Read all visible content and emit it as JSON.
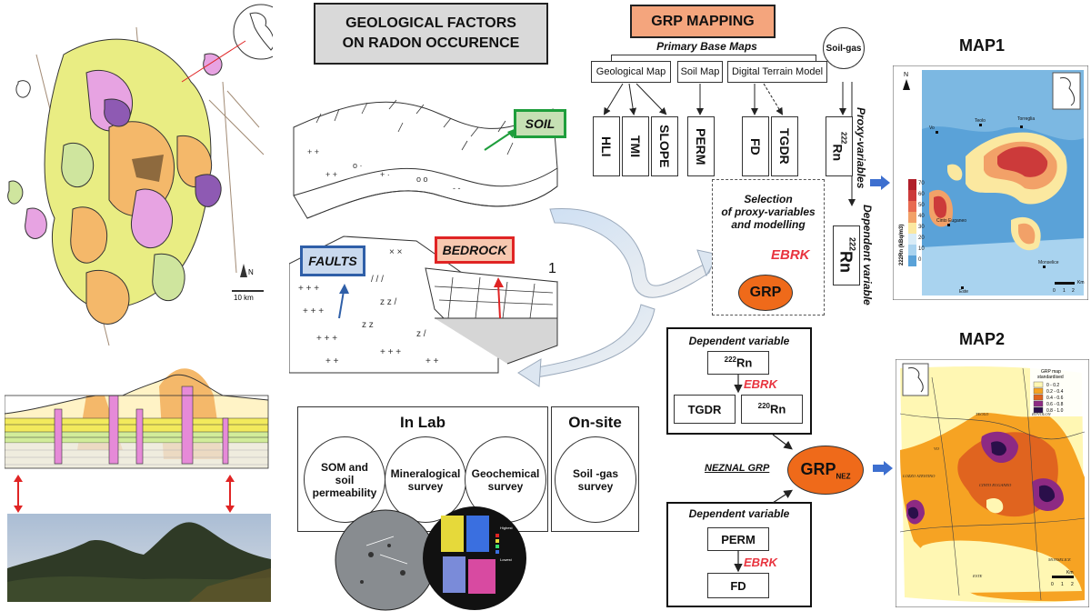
{
  "left": {
    "scale_label": "10 km",
    "north_label": "N"
  },
  "geo_factors": {
    "title_line1": "GEOLOGICAL FACTORS",
    "title_line2": "ON RADON OCCURENCE",
    "soil_label": "SOIL",
    "faults_label": "FAULTS",
    "bedrock_label": "BEDROCK",
    "number_label": "1"
  },
  "lab": {
    "in_lab": "In Lab",
    "on_site": "On-site",
    "som": "SOM and soil permeability",
    "mineral": "Mineralogical survey",
    "geochem": "Geochemical survey",
    "soilgas": "Soil -gas survey"
  },
  "grp": {
    "title": "GRP MAPPING",
    "primary": "Primary Base Maps",
    "geo_map": "Geological Map",
    "soil_map": "Soil Map",
    "dtm": "Digital Terrain Model",
    "soil_gas": "Soil-gas",
    "vars": [
      "HLI",
      "TMI",
      "SLOPE",
      "PERM",
      "FD",
      "TGDR"
    ],
    "rn_sup": "222",
    "rn": "Rn",
    "proxy_vars": "Proxy-variables",
    "dependent_var": "Dependent variable",
    "selection_line1": "Selection",
    "selection_line2": "of proxy-variables",
    "selection_line3": "and modelling",
    "ebrk": "EBRK",
    "grp_node": "GRP"
  },
  "neznal": {
    "dep_var_1": "Dependent variable",
    "rn222_sup": "222",
    "rn222": "Rn",
    "ebrk1": "EBRK",
    "tgdr": "TGDR",
    "rn220_sup": "220",
    "rn220": "Rn",
    "neznal_label": "NEZNAL GRP",
    "grp_nez": "GRP",
    "grp_nez_sub": "NEZ",
    "dep_var_2": "Dependent variable",
    "perm": "PERM",
    "ebrk2": "EBRK",
    "fd": "FD"
  },
  "map1": {
    "title": "MAP1",
    "axis_label": "222Rn (kBq/m3)",
    "ticks": [
      "70",
      "60",
      "50",
      "40",
      "30",
      "20",
      "10",
      "0"
    ],
    "places": [
      "Teolo",
      "Torreglia",
      "Vo",
      "Cinto Euganeo",
      "Monselice",
      "Este"
    ],
    "north": "N",
    "scale": [
      "0",
      "1",
      "2",
      "Km"
    ]
  },
  "map2": {
    "title": "MAP2",
    "legend_title_1": "GRP map",
    "legend_title_2": "standardised",
    "legend_items": [
      "0 - 0.2",
      "0.2 - 0.4",
      "0.4 - 0.6",
      "0.6 - 0.8",
      "0.8 - 1.0"
    ],
    "legend_colors": [
      "#fff7b3",
      "#f6a323",
      "#e0641f",
      "#8d2a83",
      "#2a0f4a"
    ],
    "places": [
      "TEOLO",
      "VO",
      "CINTO EUGANEO",
      "ROVOLON",
      "LOZZO ATESTINO",
      "MONSELICE",
      "ESTE"
    ],
    "scale": [
      "Km",
      "0",
      "1",
      "2"
    ]
  },
  "colors": {
    "geo_title_bg": "#d9d9d9",
    "grp_title_bg": "#f4a57d",
    "soil_bg": "#c6e0b4",
    "soil_border": "#1e9e3c",
    "faults_bg": "#c9d9ee",
    "faults_border": "#2f5fa8",
    "bedrock_bg": "#f7c8b0",
    "bedrock_border": "#e02424",
    "grp_orange": "#ef6a1a",
    "ebrk_red": "#e8343f",
    "arrow_blue": "#3d6fcf"
  }
}
